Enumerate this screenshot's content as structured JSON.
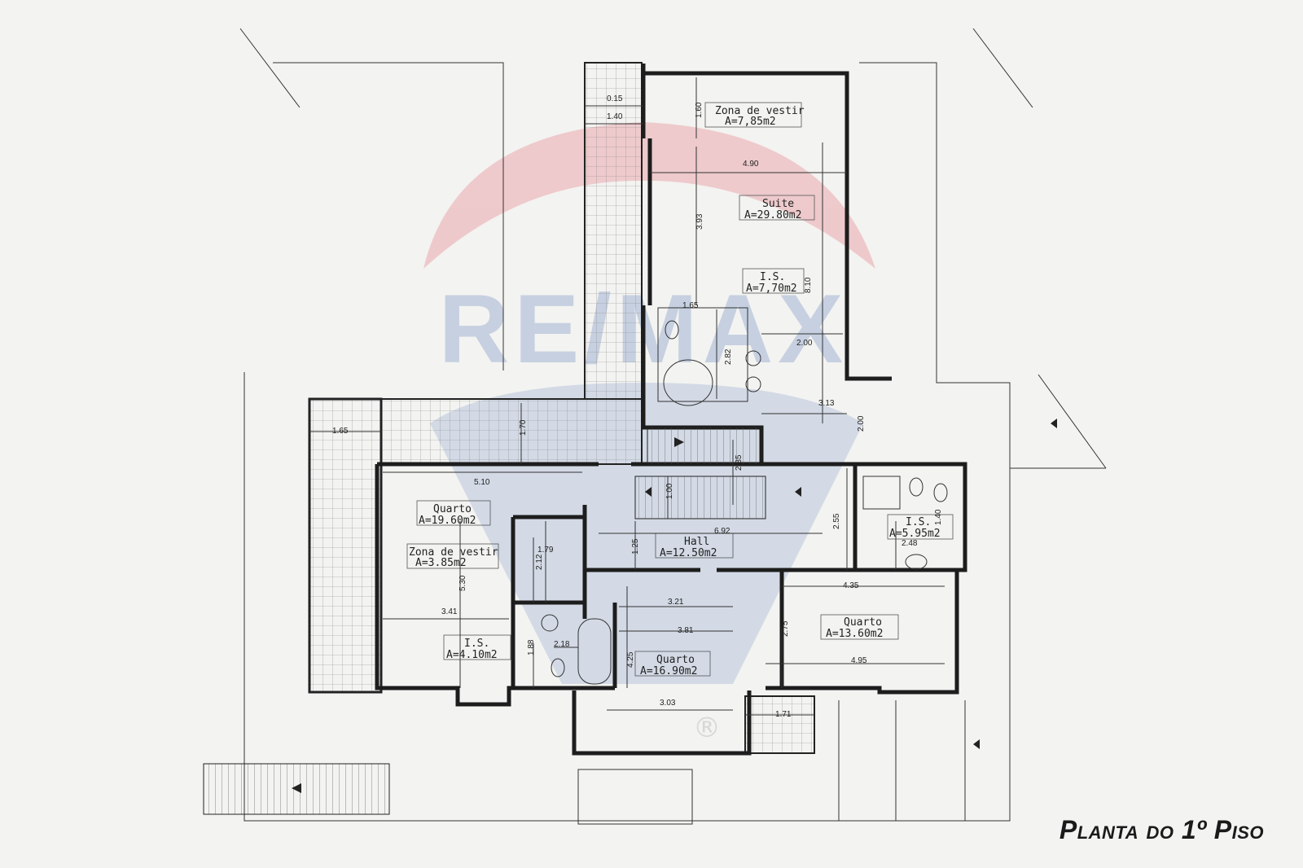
{
  "title": "Planta do 1º Piso",
  "watermark": {
    "text": "RE/MAX",
    "registered_mark": "®",
    "colors": {
      "red": "#e03a4a",
      "blue": "#2a56a8"
    }
  },
  "rooms": {
    "zona_vestir_top": {
      "name": "Zona de vestir",
      "area": "A=7,85m2"
    },
    "suite": {
      "name": "Suite",
      "area": "A=29.80m2"
    },
    "is_suite": {
      "name": "I.S.",
      "area": "A=7,70m2"
    },
    "quarto_left": {
      "name": "Quarto",
      "area": "A=19.60m2"
    },
    "zona_vestir_left": {
      "name": "Zona de vestir",
      "area": "A=3.85m2"
    },
    "is_left": {
      "name": "I.S.",
      "area": "A=4.10m2"
    },
    "hall": {
      "name": "Hall",
      "area": "A=12.50m2"
    },
    "quarto_bottom": {
      "name": "Quarto",
      "area": "A=16.90m2"
    },
    "quarto_right": {
      "name": "Quarto",
      "area": "A=13.60m2"
    },
    "is_right": {
      "name": "I.S.",
      "area": "A=5.95m2"
    }
  },
  "dimensions": {
    "d015": "0.15",
    "d140": "1.40",
    "d160": "1.60",
    "d490": "4.90",
    "d393": "3.93",
    "d810": "8.10",
    "d200a": "2.00",
    "d313": "3.13",
    "d200b": "2.00",
    "d165": "1.65",
    "d170": "1.70",
    "d510": "5.10",
    "d282": "2.82",
    "d165b": "1.65",
    "d235": "2.35",
    "d100": "1.00",
    "d255": "2.55",
    "d692": "6.92",
    "d125": "1.25",
    "d179": "1.79",
    "d212": "2.12",
    "d530": "5.30",
    "d341": "3.41",
    "d321": "3.21",
    "d435": "4.35",
    "d381": "3.81",
    "d275": "2.75",
    "d495": "4.95",
    "d425": "4.25",
    "d188": "1.88",
    "d218": "2.18",
    "d303": "3.03",
    "d171": "1.71",
    "d140b": "1.40",
    "d248": "2.48"
  }
}
